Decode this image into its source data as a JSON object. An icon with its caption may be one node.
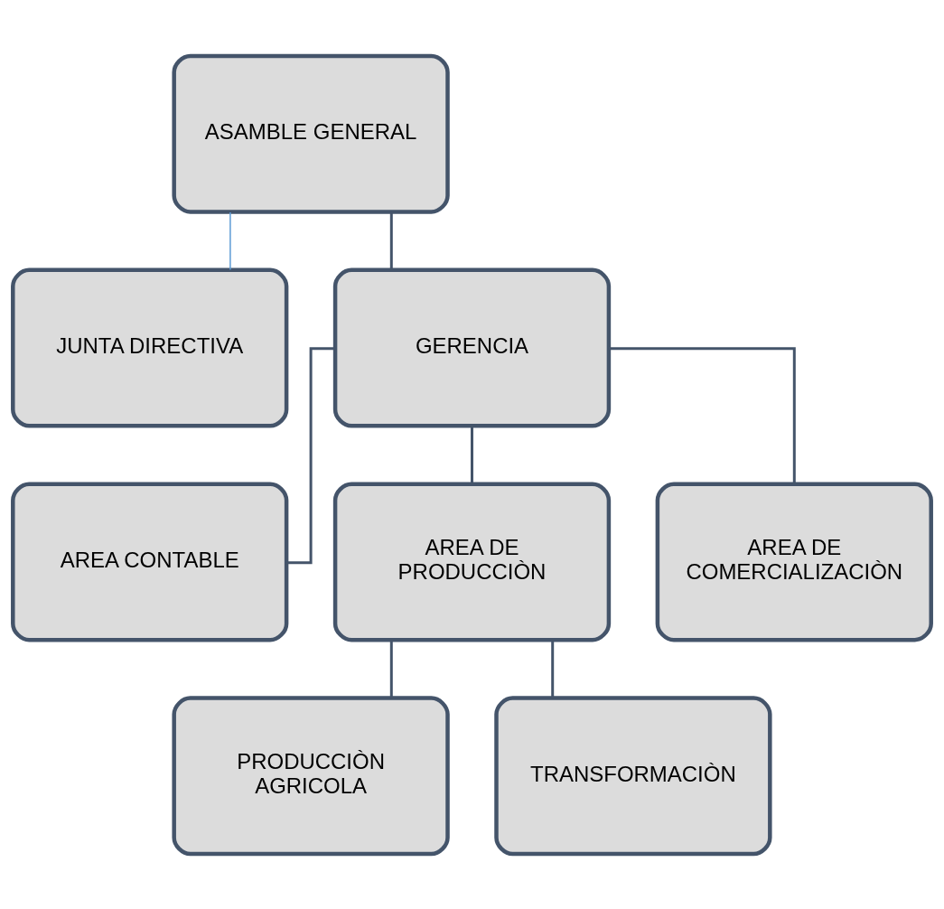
{
  "diagram": {
    "nodes": [
      {
        "text": [
          "ASAMBLE GENERAL"
        ]
      },
      {
        "text": [
          "JUNTA DIRECTIVA"
        ]
      },
      {
        "text": [
          "GERENCIA"
        ]
      },
      {
        "text": [
          "AREA CONTABLE"
        ]
      },
      {
        "text": [
          "AREA DE PRODUCCIÒN"
        ]
      },
      {
        "text": [
          "AREA DE COMERCIALIZACIÒN"
        ]
      },
      {
        "text": [
          "PRODUCCIÒN AGRICOLA"
        ]
      },
      {
        "text": [
          "TRANSFORMACIÒN"
        ]
      }
    ],
    "edges": [
      {
        "from": 0,
        "to": 2,
        "arrow": "none"
      },
      {
        "from": 0,
        "to": 1,
        "arrow": "none",
        "color": "#5b9bd5"
      },
      {
        "from": 2,
        "to": 3,
        "arrow": "none"
      },
      {
        "from": 2,
        "to": 4,
        "arrow": "none"
      },
      {
        "from": 2,
        "to": 5,
        "arrow": "none"
      },
      {
        "from": 4,
        "to": 6,
        "arrow": "none"
      },
      {
        "from": 4,
        "to": 7,
        "arrow": "none"
      }
    ]
  }
}
